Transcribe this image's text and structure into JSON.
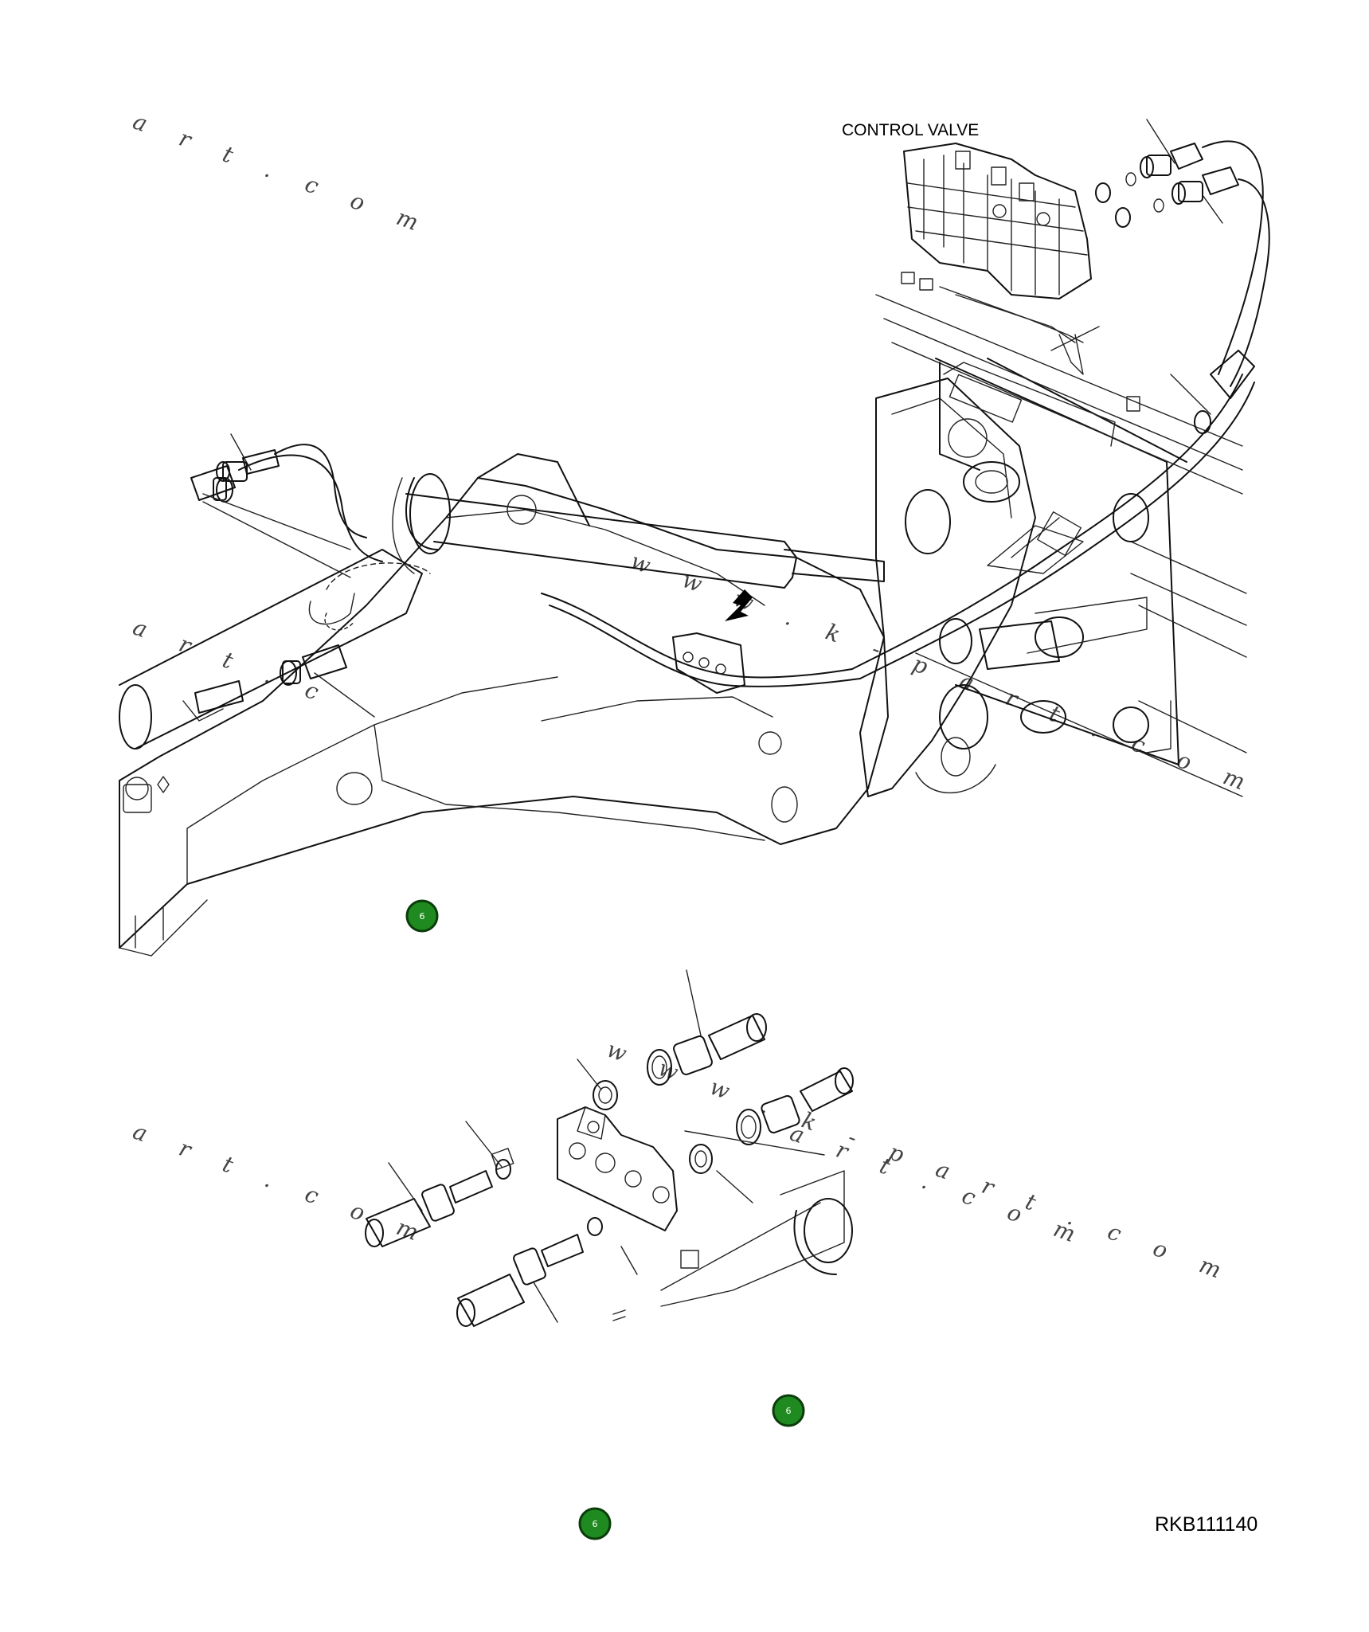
{
  "labels": {
    "control_valve": "CONTROL VALVE",
    "figure_code": "RKB111140"
  },
  "markers": [
    {
      "text": "6"
    },
    {
      "text": "6"
    },
    {
      "text": "6"
    }
  ],
  "watermarks": [
    "a r t . c o m",
    "a r t . c",
    "w w w . k - p a r t . c o m",
    "a r t . c o m",
    "w w w . k - p a r t . c o m",
    "a r t . c o m"
  ],
  "colors": {
    "marker_fill": "#1f8a1f",
    "marker_stroke": "#0b3d0b",
    "line": "#111111",
    "hose_hatch": "#9a9a9a"
  }
}
